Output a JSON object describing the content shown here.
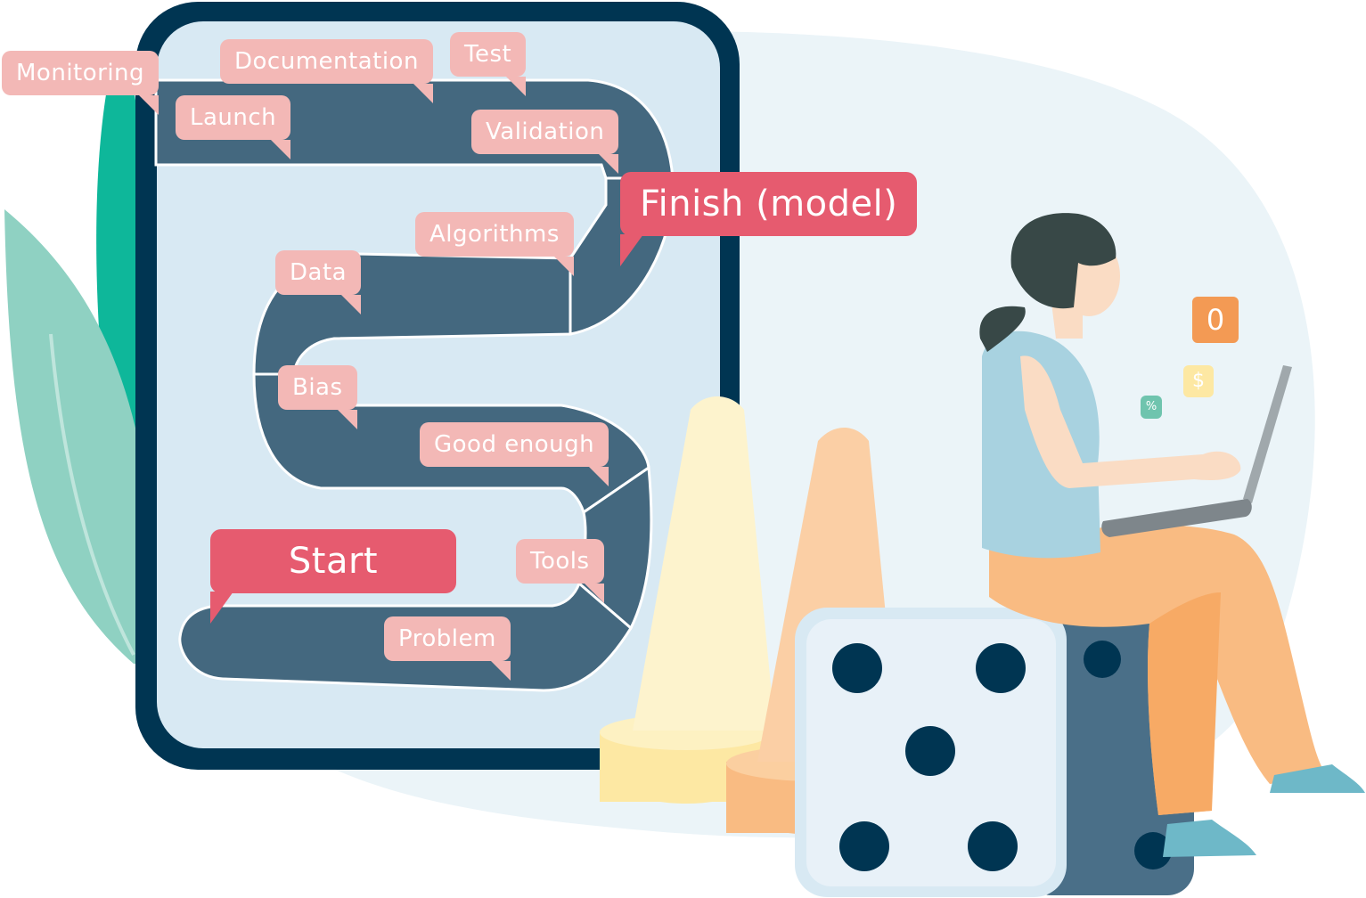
{
  "board_steps": {
    "monitoring": "Monitoring",
    "documentation": "Documentation",
    "test": "Test",
    "launch": "Launch",
    "validation": "Validation",
    "finish": "Finish (model)",
    "algorithms": "Algorithms",
    "data": "Data",
    "bias": "Bias",
    "good_enough": "Good enough",
    "start": "Start",
    "tools": "Tools",
    "problem": "Problem"
  },
  "floating_symbols": {
    "zero": "0",
    "dollar": "$",
    "percent": "%"
  },
  "colors": {
    "board_frame": "#003552",
    "board_face": "#d8e9f3",
    "track": "#44687f",
    "tag_light": "#f3b8b6",
    "tag_accent": "#e65b6f",
    "background_blob": "#ebf4f8"
  }
}
